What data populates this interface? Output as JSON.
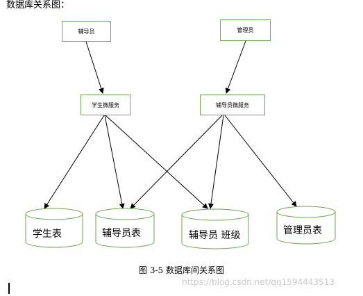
{
  "heading": "数据库关系图：",
  "nodes": {
    "tutor_role": "辅导员",
    "admin_role": "管理员",
    "student_service": "学生微服务",
    "tutor_service": "辅导员微服务"
  },
  "tables": {
    "student_table": "学生表",
    "tutor_table": "辅导员表",
    "tutor_class_table": "辅导员 班级",
    "admin_table": "管理员表"
  },
  "caption": "图  3-5  数据库间关系图",
  "watermark": "https://blog.csdn.net/qq1594443513",
  "colors": {
    "border": "#6aa84f",
    "arrow": "#000000",
    "watermark": "#c9c9c9"
  }
}
